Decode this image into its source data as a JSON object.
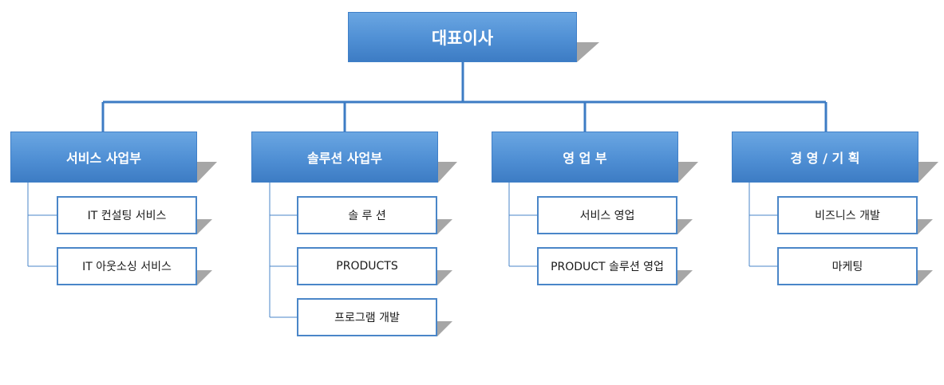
{
  "ceo": {
    "label": "대표이사"
  },
  "departments": [
    {
      "label": "서비스 사업부",
      "teams": [
        "IT 컨설팅 서비스",
        "IT 아웃소싱 서비스"
      ]
    },
    {
      "label": "솔루션 사업부",
      "teams": [
        "솔 루 션",
        "PRODUCTS",
        "프로그램 개발"
      ]
    },
    {
      "label": "영 업 부",
      "teams": [
        "서비스 영업",
        "PRODUCT 솔루션 영업"
      ]
    },
    {
      "label": "경 영 / 기 획",
      "teams": [
        "비즈니스 개발",
        "마케팅"
      ]
    }
  ],
  "colors": {
    "header_fill": "#4f8fd4",
    "connector": "#3d7cc4",
    "box_border": "#4a86c8",
    "shadow": "#a6a6a6"
  }
}
